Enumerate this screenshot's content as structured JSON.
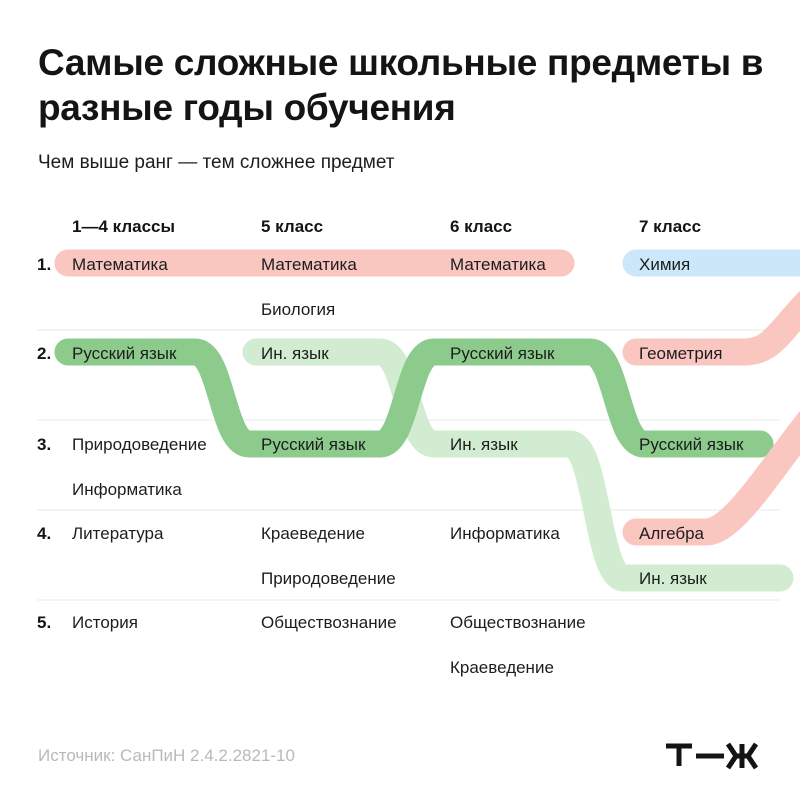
{
  "title": "Самые сложные школьные предметы в разные годы обучения",
  "subtitle": "Чем выше ранг — тем сложнее предмет",
  "colors": {
    "math": "#f9c6c0",
    "russian": "#8ccb8c",
    "inlang": "#d1ecd1",
    "chem": "#cde7fa",
    "geometry": "#f9c6c0",
    "algebra": "#f9c6c0",
    "text": "#1d1d1d",
    "divider": "#e8e8e8",
    "source": "#b9b9b9"
  },
  "columns": [
    "1—4 классы",
    "5 класс",
    "6 класс",
    "7 класс"
  ],
  "ranks": [
    "1.",
    "2.",
    "3.",
    "4.",
    "5."
  ],
  "cells": [
    {
      "col": 0,
      "rank": 1,
      "slot": 0,
      "text": "Математика"
    },
    {
      "col": 1,
      "rank": 1,
      "slot": 0,
      "text": "Математика"
    },
    {
      "col": 1,
      "rank": 1,
      "slot": 1,
      "text": "Биология"
    },
    {
      "col": 2,
      "rank": 1,
      "slot": 0,
      "text": "Математика"
    },
    {
      "col": 3,
      "rank": 1,
      "slot": 0,
      "text": "Химия"
    },
    {
      "col": 0,
      "rank": 2,
      "slot": 0,
      "text": "Русский язык"
    },
    {
      "col": 1,
      "rank": 2,
      "slot": 0,
      "text": "Ин. язык"
    },
    {
      "col": 2,
      "rank": 2,
      "slot": 0,
      "text": "Русский язык"
    },
    {
      "col": 3,
      "rank": 2,
      "slot": 0,
      "text": "Геометрия"
    },
    {
      "col": 0,
      "rank": 3,
      "slot": 0,
      "text": "Природоведение"
    },
    {
      "col": 0,
      "rank": 3,
      "slot": 1,
      "text": "Информатика"
    },
    {
      "col": 1,
      "rank": 3,
      "slot": 0,
      "text": "Русский язык"
    },
    {
      "col": 2,
      "rank": 3,
      "slot": 0,
      "text": "Ин. язык"
    },
    {
      "col": 3,
      "rank": 3,
      "slot": 0,
      "text": "Русский язык"
    },
    {
      "col": 0,
      "rank": 4,
      "slot": 0,
      "text": "Литература"
    },
    {
      "col": 1,
      "rank": 4,
      "slot": 0,
      "text": "Краеведение"
    },
    {
      "col": 1,
      "rank": 4,
      "slot": 1,
      "text": "Природоведение"
    },
    {
      "col": 2,
      "rank": 4,
      "slot": 0,
      "text": "Информатика"
    },
    {
      "col": 3,
      "rank": 4,
      "slot": 0,
      "text": "Алгебра"
    },
    {
      "col": 3,
      "rank": 4,
      "slot": 1,
      "text": "Ин. язык"
    },
    {
      "col": 0,
      "rank": 5,
      "slot": 0,
      "text": "История"
    },
    {
      "col": 1,
      "rank": 5,
      "slot": 0,
      "text": "Обществознание"
    },
    {
      "col": 2,
      "rank": 5,
      "slot": 0,
      "text": "Обществознание"
    },
    {
      "col": 2,
      "rank": 5,
      "slot": 1,
      "text": "Краеведение"
    }
  ],
  "source": "Источник: СанПиН 2.4.2.2821-10",
  "logo_icon": "tzh-logo-icon"
}
